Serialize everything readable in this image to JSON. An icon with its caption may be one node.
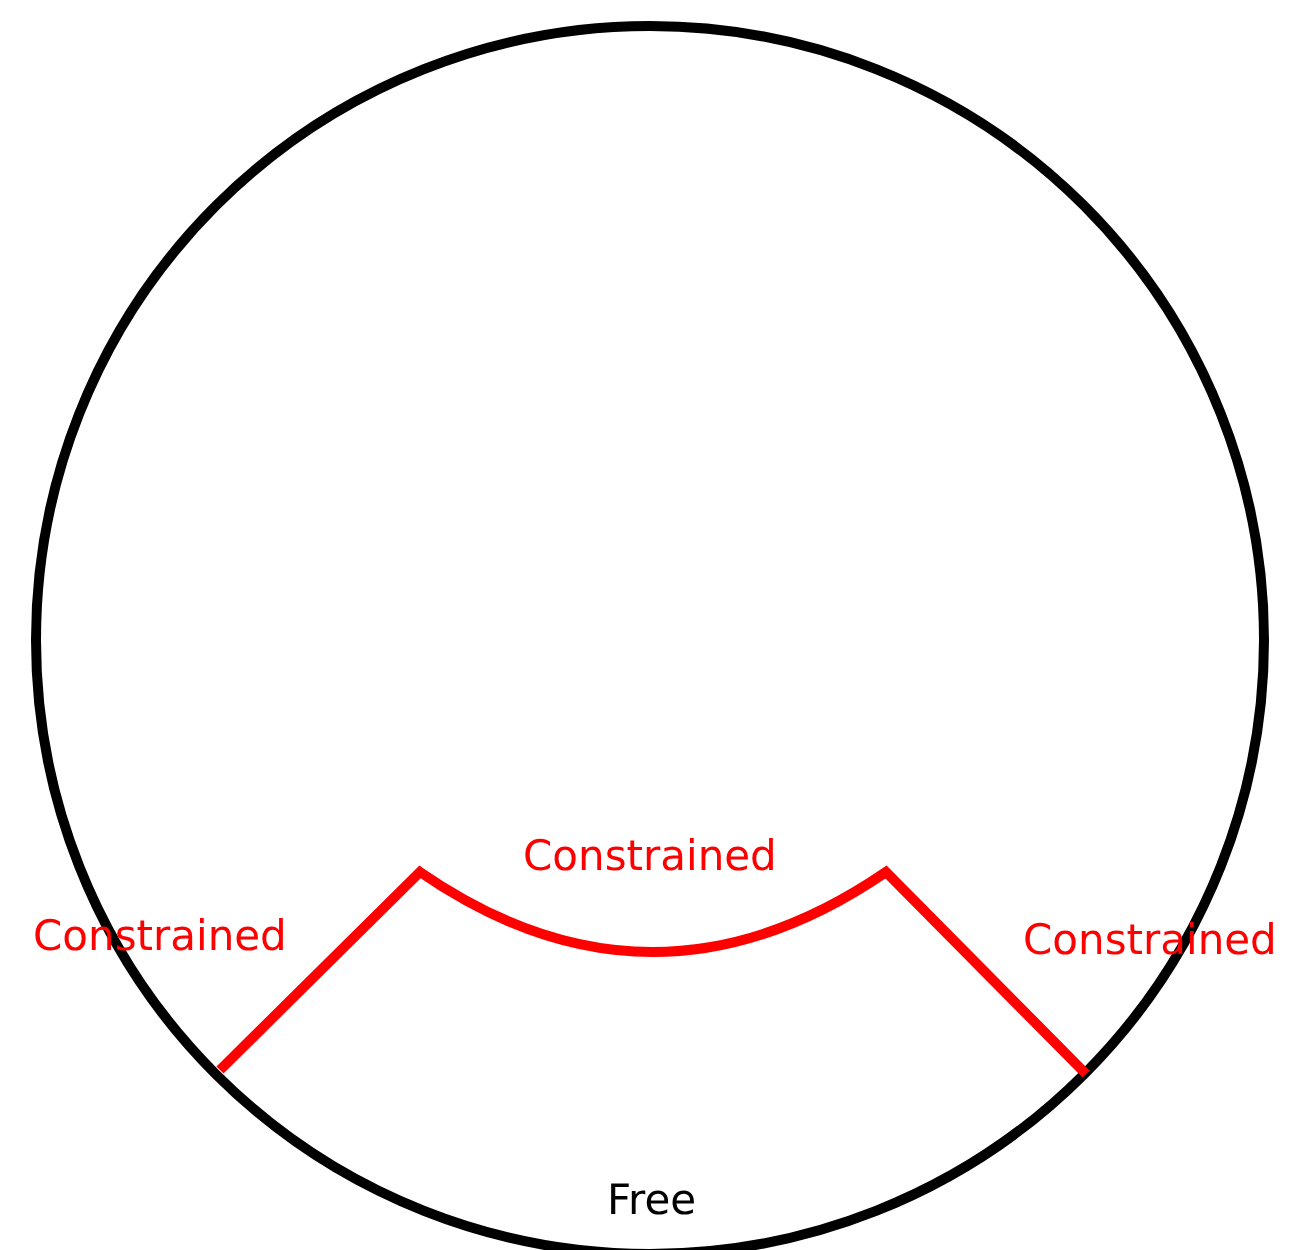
{
  "diagram": {
    "labels": [
      "Constrained",
      "Constrained",
      "Constrained",
      "Free"
    ]
  }
}
